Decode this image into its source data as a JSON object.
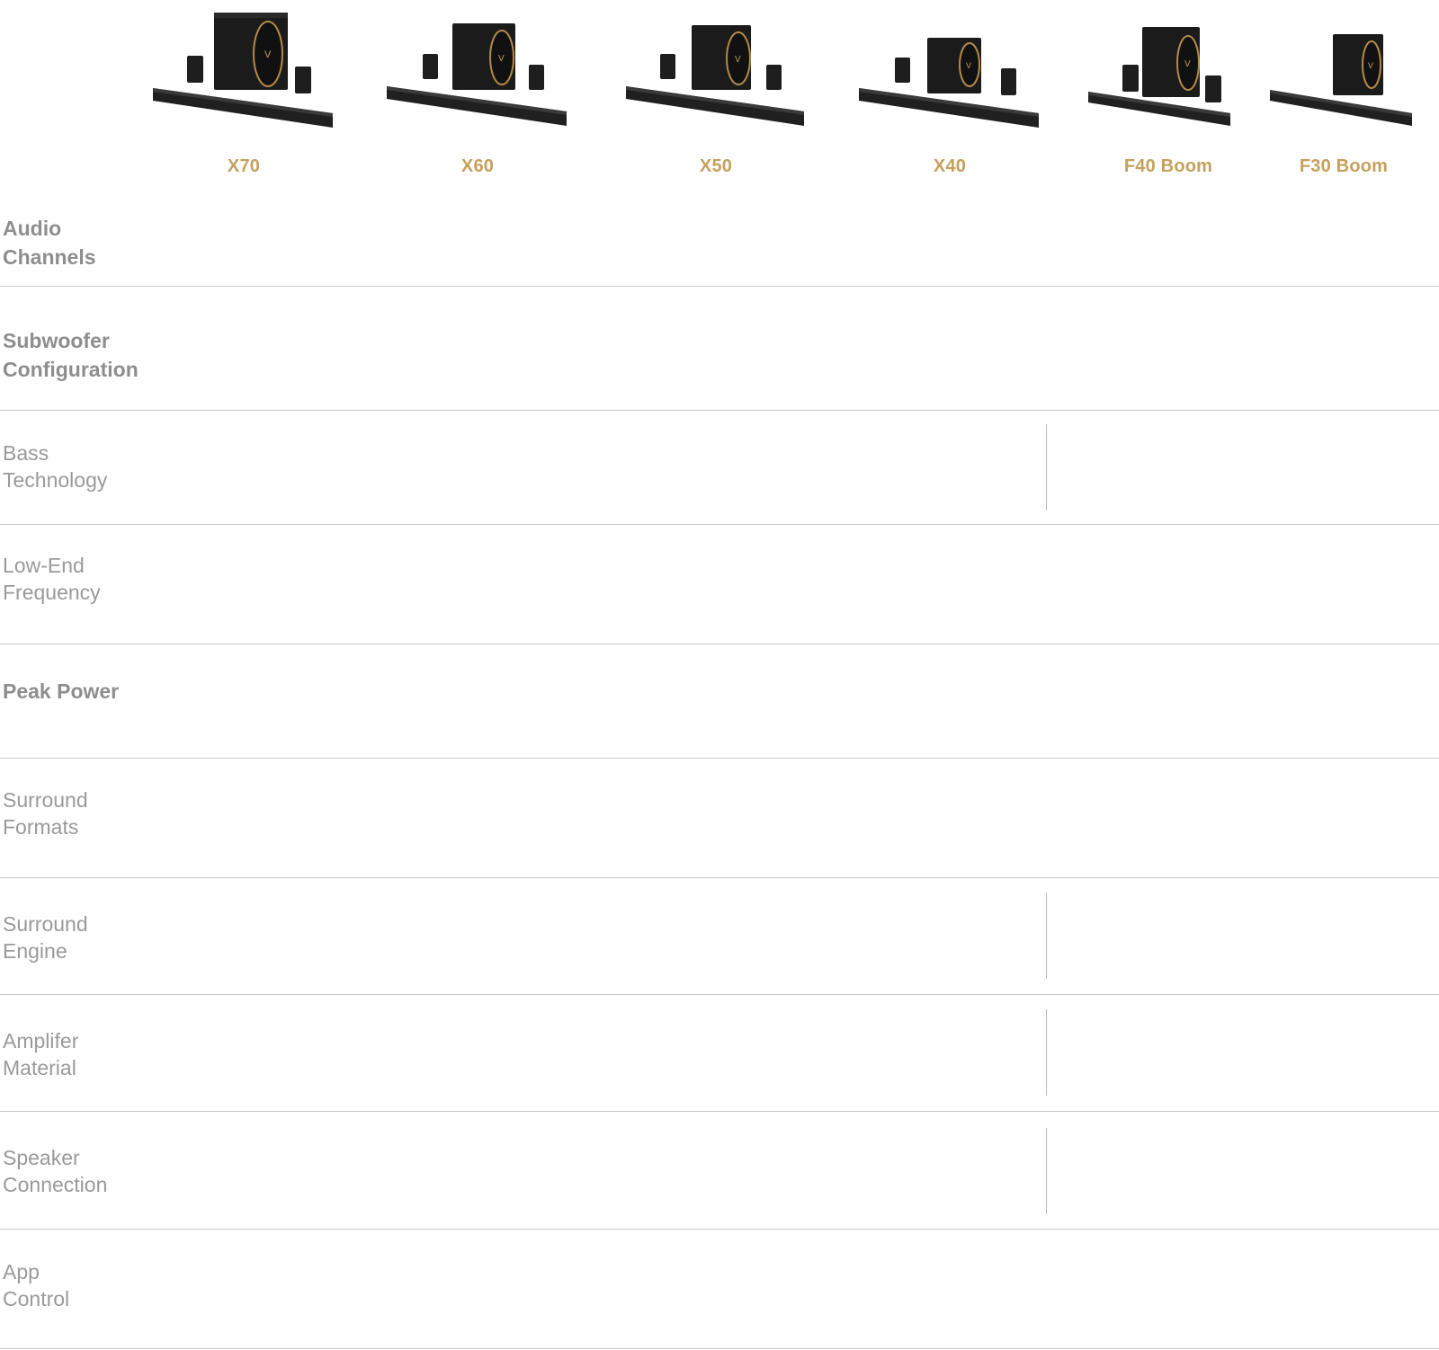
{
  "products": [
    {
      "name": "X70",
      "icon": "soundbar-system-image"
    },
    {
      "name": "X60",
      "icon": "soundbar-system-image"
    },
    {
      "name": "X50",
      "icon": "soundbar-system-image"
    },
    {
      "name": "X40",
      "icon": "soundbar-system-image"
    },
    {
      "name": "F40 Boom",
      "icon": "soundbar-system-image"
    },
    {
      "name": "F30 Boom",
      "icon": "soundbar-system-image"
    }
  ],
  "rows": [
    {
      "label": "Audio\nChannels"
    },
    {
      "label": "Subwoofer\nConfiguration"
    },
    {
      "label": "Bass\nTechnology"
    },
    {
      "label": "Low-End\nFrequency"
    },
    {
      "label": "Peak Power"
    },
    {
      "label": "Surround\nFormats"
    },
    {
      "label": "Surround\nEngine"
    },
    {
      "label": "Amplifer\nMaterial"
    },
    {
      "label": "Speaker\nConnection"
    },
    {
      "label": "App\nControl"
    }
  ],
  "colors": {
    "accent": "#c6a05d",
    "label": "#9a9a9a",
    "divider": "#c9c9c9"
  }
}
